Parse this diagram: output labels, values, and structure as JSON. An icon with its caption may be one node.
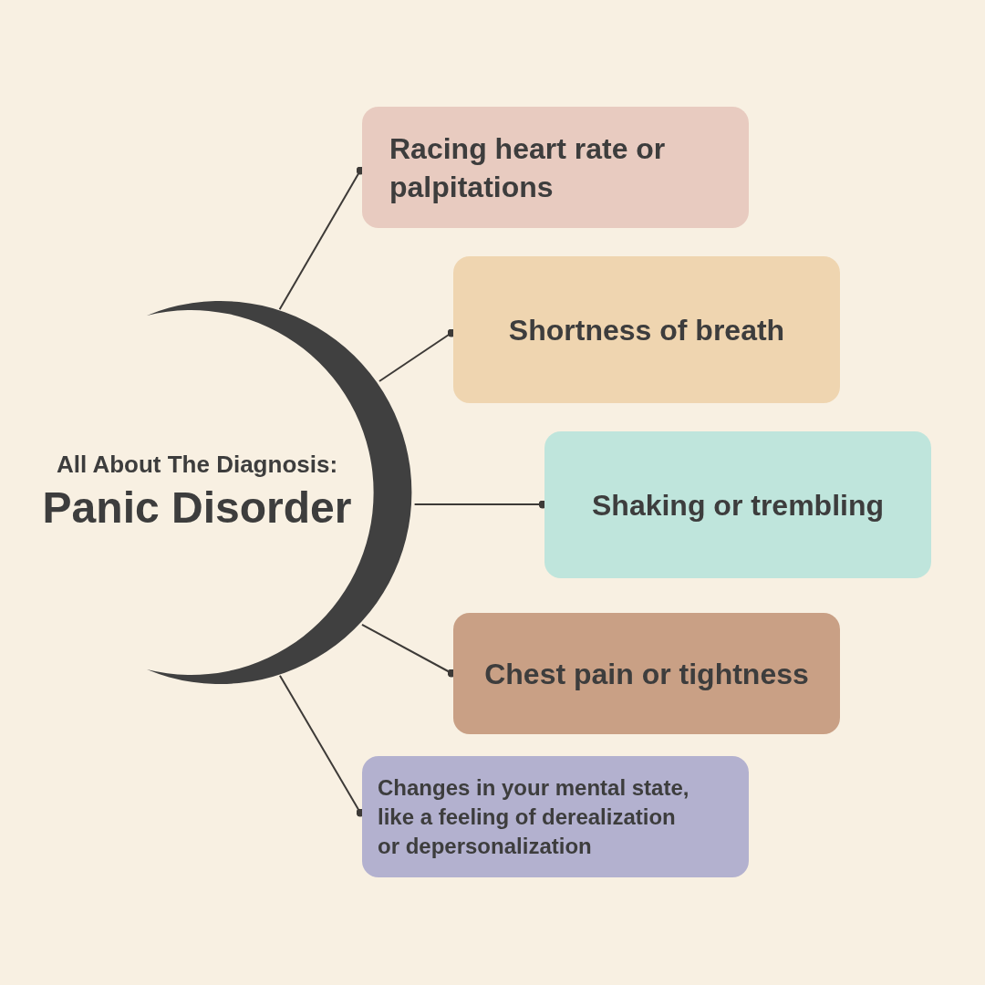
{
  "diagram": {
    "nodes": [
      {
        "text": [
          "All About The Diagnosis:",
          "Panic Disorder"
        ]
      },
      {
        "text": [
          "Racing heart rate or palpitations"
        ]
      },
      {
        "text": [
          "Shortness of breath"
        ]
      },
      {
        "text": [
          "Shaking or trembling"
        ]
      },
      {
        "text": [
          "Chest pain or tightness"
        ]
      },
      {
        "text": [
          "Changes in your mental state, like a feeling of derealization or depersonalization"
        ]
      }
    ],
    "edges": [
      {
        "from": 0,
        "to": 1,
        "arrow": "other"
      },
      {
        "from": 0,
        "to": 2,
        "arrow": "other"
      },
      {
        "from": 0,
        "to": 3,
        "arrow": "other"
      },
      {
        "from": 0,
        "to": 4,
        "arrow": "other"
      },
      {
        "from": 0,
        "to": 5,
        "arrow": "other"
      }
    ]
  }
}
